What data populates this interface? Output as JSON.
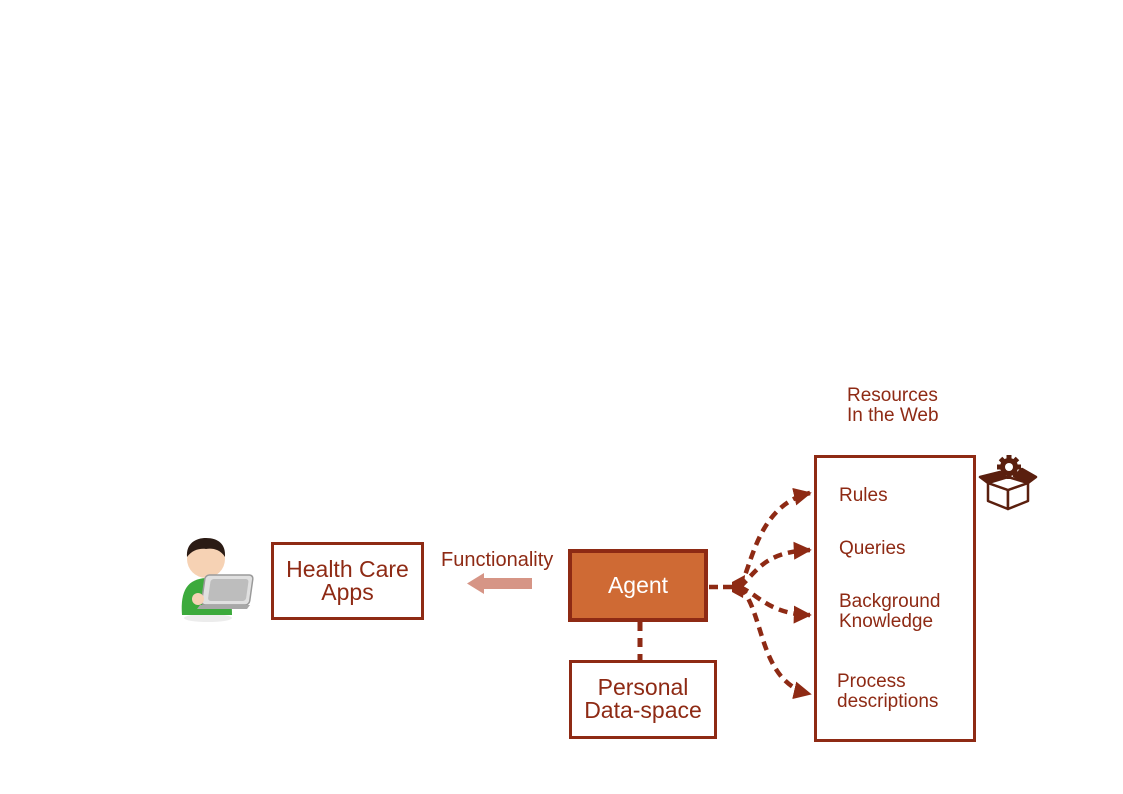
{
  "colors": {
    "primary": "#8e2a14",
    "agent_fill": "#cf6a34",
    "arrow": "#d69586",
    "person_shirt": "#3caa3c",
    "person_hair": "#2b1b14",
    "laptop": "#b8b8b8"
  },
  "user": {
    "icon": "person-with-laptop-icon"
  },
  "apps_box": {
    "line1": "Health Care",
    "line2": "Apps"
  },
  "functionality": {
    "label": "Functionality"
  },
  "agent": {
    "label": "Agent"
  },
  "dataspace": {
    "line1": "Personal",
    "line2": "Data-space"
  },
  "resources": {
    "title_line1": "Resources",
    "title_line2": "In the Web",
    "icon": "package-gear-icon",
    "items": [
      {
        "line1": "Rules",
        "line2": ""
      },
      {
        "line1": "Queries",
        "line2": ""
      },
      {
        "line1": "Background",
        "line2": "Knowledge"
      },
      {
        "line1": "Process",
        "line2": "descriptions"
      }
    ]
  }
}
